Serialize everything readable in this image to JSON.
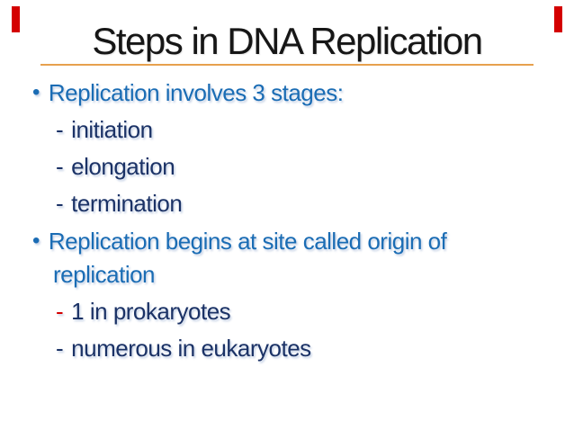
{
  "title": "Steps in DNA Replication",
  "glyphs": {
    "bullet": "•",
    "dash": "-"
  },
  "lines": {
    "b1": "Replication involves 3 stages:",
    "s1": "initiation",
    "s2": "elongation",
    "s3": "termination",
    "b2a": "Replication begins at site called origin of",
    "b2b": "replication",
    "s4": "1 in prokaryotes",
    "s5": "numerous in eukaryotes"
  },
  "colors": {
    "blue": "#1a6cb4",
    "navy": "#1b3266",
    "red": "#d40000",
    "underline": "#e7a14e"
  }
}
